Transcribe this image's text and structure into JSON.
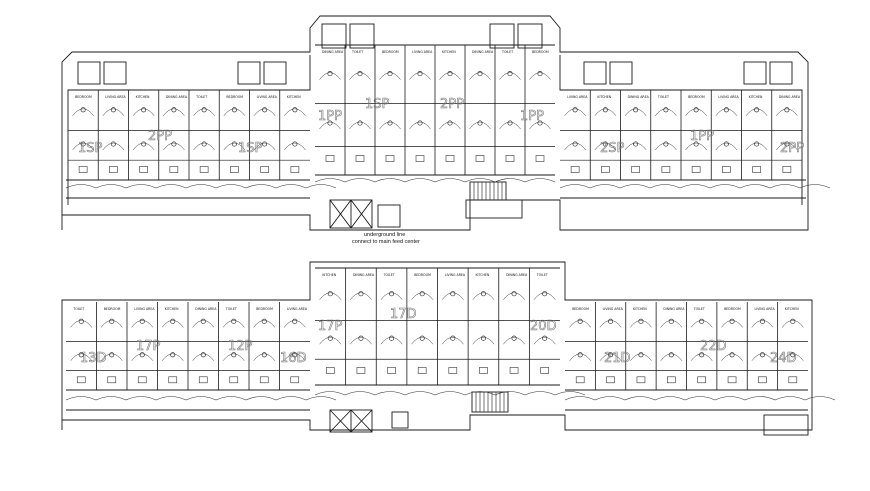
{
  "drawing": {
    "note_line1": "underground line",
    "note_line2": "connect to main feed center"
  },
  "room_labels": {
    "bedroom": "BEDROOM",
    "living": "LIVING AREA",
    "kitchen": "KITCHEN",
    "dining": "DINING AREA",
    "toilet": "TOILET"
  },
  "top_plan": {
    "unit_tags": [
      "1SP",
      "2PP",
      "1SP",
      "1PP",
      "1SP",
      "2PP",
      "1PP",
      "2SP",
      "1PP",
      "2PP"
    ]
  },
  "bottom_plan": {
    "unit_tags": [
      "13D",
      "17P",
      "12P",
      "16D",
      "17P",
      "17D",
      "20D",
      "21D",
      "22D",
      "24D"
    ]
  },
  "colors": {
    "background": "#ffffff",
    "linework": "#1a1a1a",
    "fixture": "#333333",
    "tag_outline": "#888888"
  }
}
